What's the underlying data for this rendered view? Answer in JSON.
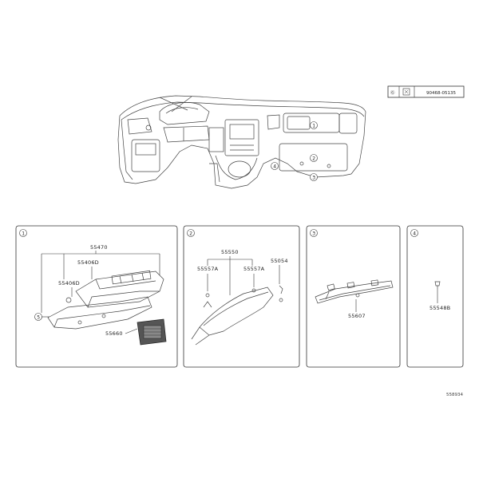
{
  "hardware_box": {
    "icon_a": "Ⓖ",
    "part_no": "90468-05135"
  },
  "callouts": [
    "1",
    "2",
    "3",
    "4",
    "5"
  ],
  "panels": [
    {
      "index": "1",
      "labels": [
        "55470",
        "55406D",
        "55406D",
        "55660"
      ],
      "sub_callout": "5"
    },
    {
      "index": "2",
      "labels": [
        "55550",
        "55557A",
        "55557A",
        "55054"
      ]
    },
    {
      "index": "3",
      "labels": [
        "55607"
      ]
    },
    {
      "index": "4",
      "labels": [
        "55548B"
      ]
    }
  ],
  "sheet_ref": "558934",
  "icons": {
    "overview": "instrument-panel-overview-drawing",
    "panel1": "glove-box-assembly-drawing",
    "panel2": "lower-panel-drawing",
    "panel3": "reinforcement-bar-drawing",
    "panel4": "clip-drawing"
  }
}
